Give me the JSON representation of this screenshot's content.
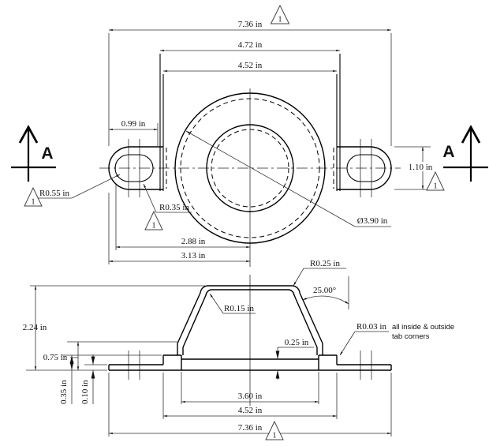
{
  "labels": {
    "flag": "1",
    "section_arrow": "A",
    "note_line1": "all inside & outside",
    "note_line2": "tab corners"
  },
  "top_view": {
    "overall_width": "7.36 in",
    "step_width": "4.72 in",
    "flange_width": "4.52 in",
    "tab_slot_offset": "0.99 in",
    "tab_height": "1.10 in",
    "slot_to_center": "2.88 in",
    "tab_to_center": "3.13 in",
    "tab_end_radius": "R0.55 in",
    "slot_radius": "R0.35 in",
    "dome_diameter": "Ø3.90 in"
  },
  "section_view": {
    "overall_height": "2.24 in",
    "flange_height": "0.75 in",
    "step_height": "0.35 in",
    "tab_thickness": "0.10 in",
    "plate_thickness": "0.25 in",
    "cavity_width": "3.60 in",
    "flange_width": "4.52 in",
    "overall_width": "7.36 in",
    "top_corner_radius": "R0.25 in",
    "inner_corner_radius": "R0.15 in",
    "tab_corner_radius": "R0.03 in",
    "draft_angle": "25.00°"
  }
}
